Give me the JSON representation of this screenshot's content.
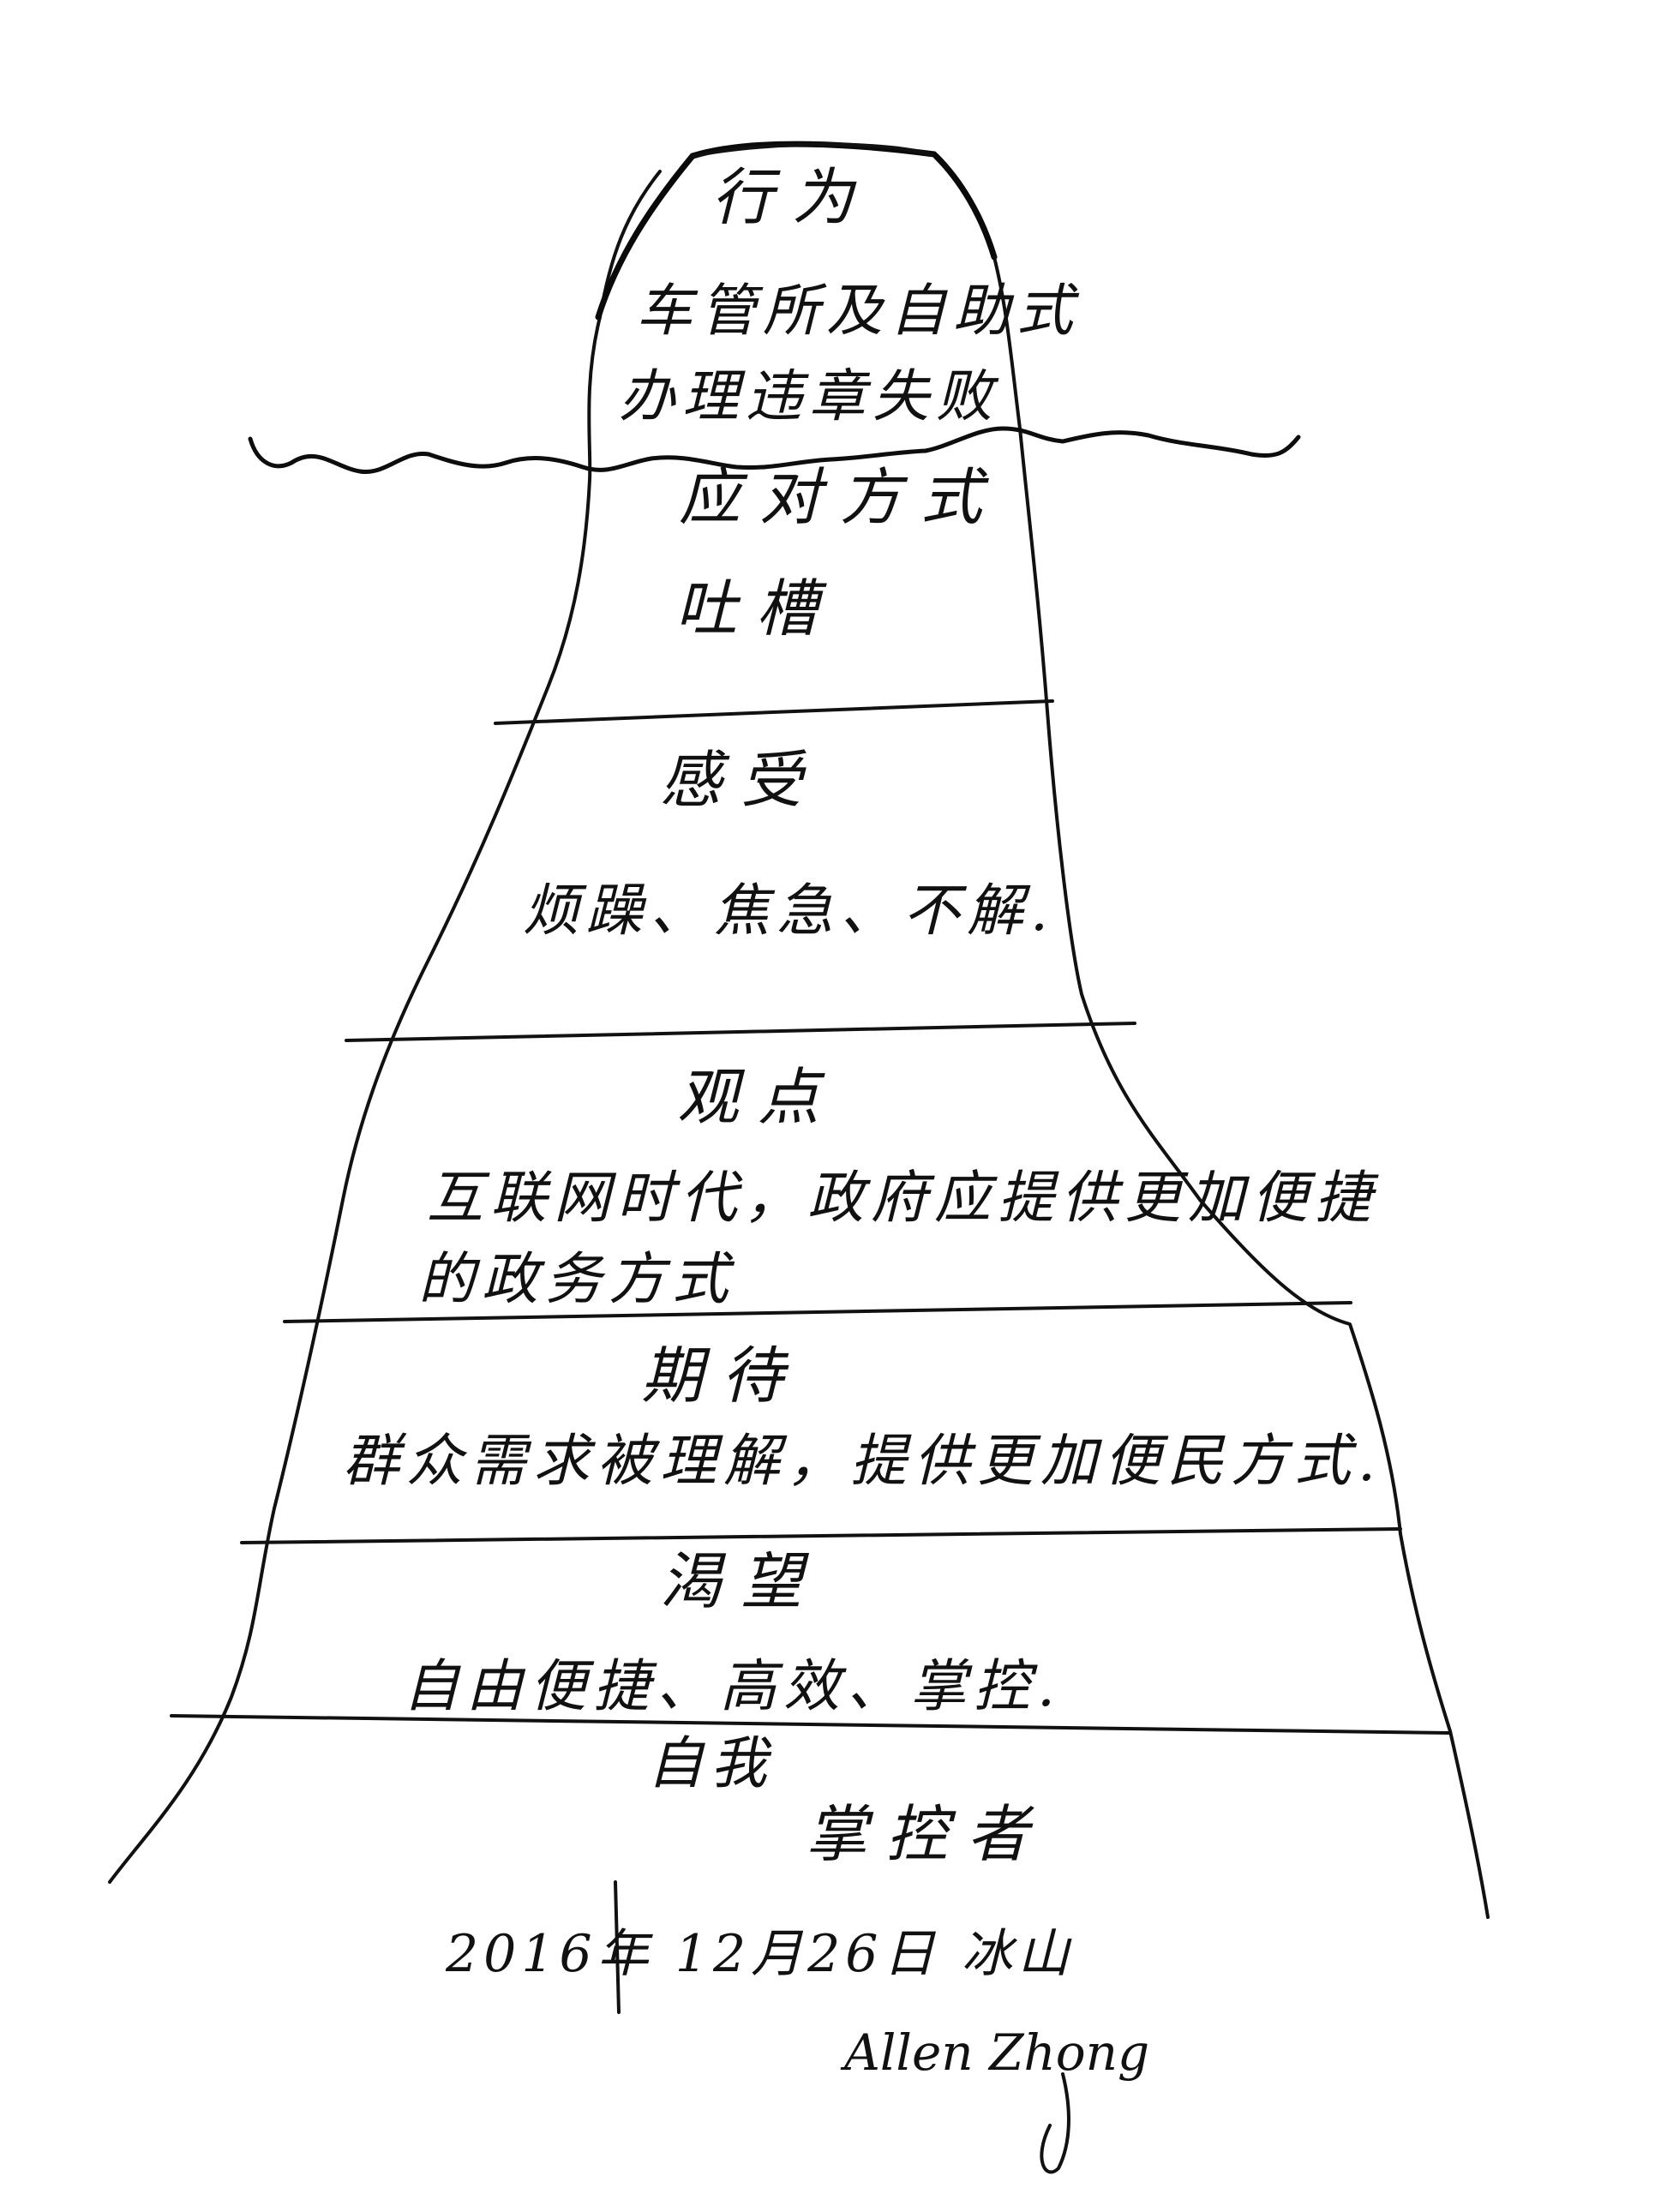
{
  "diagram": {
    "type": "iceberg-model",
    "ink_color": "#111111",
    "background": "#ffffff",
    "waterline_label": "",
    "layers": [
      {
        "id": "behavior",
        "title": "行为",
        "lines": [
          "车管所及自助式",
          "办理违章失败"
        ],
        "position": "above-water"
      },
      {
        "id": "coping",
        "title": "应对方式",
        "lines": [
          "吐槽"
        ],
        "position": "below-water"
      },
      {
        "id": "feelings",
        "title": "感受",
        "lines": [
          "烦躁、焦急、不解."
        ],
        "position": "below-water"
      },
      {
        "id": "perceptions",
        "title": "观点",
        "lines": [
          "互联网时代，政府应提供更加便捷",
          "的政务方式"
        ],
        "position": "below-water"
      },
      {
        "id": "expectations",
        "title": "期待",
        "lines": [
          "群众需求被理解，提供更加便民方式."
        ],
        "position": "below-water"
      },
      {
        "id": "yearnings",
        "title": "渴望",
        "lines": [
          "自由便捷、高效、掌控."
        ],
        "position": "below-water"
      },
      {
        "id": "self",
        "title": "自我",
        "lines": [
          "掌控者"
        ],
        "position": "below-water"
      }
    ],
    "footer": {
      "date_line": "2016年 12月26日 冰山",
      "signature": "Allen Zhong"
    }
  }
}
